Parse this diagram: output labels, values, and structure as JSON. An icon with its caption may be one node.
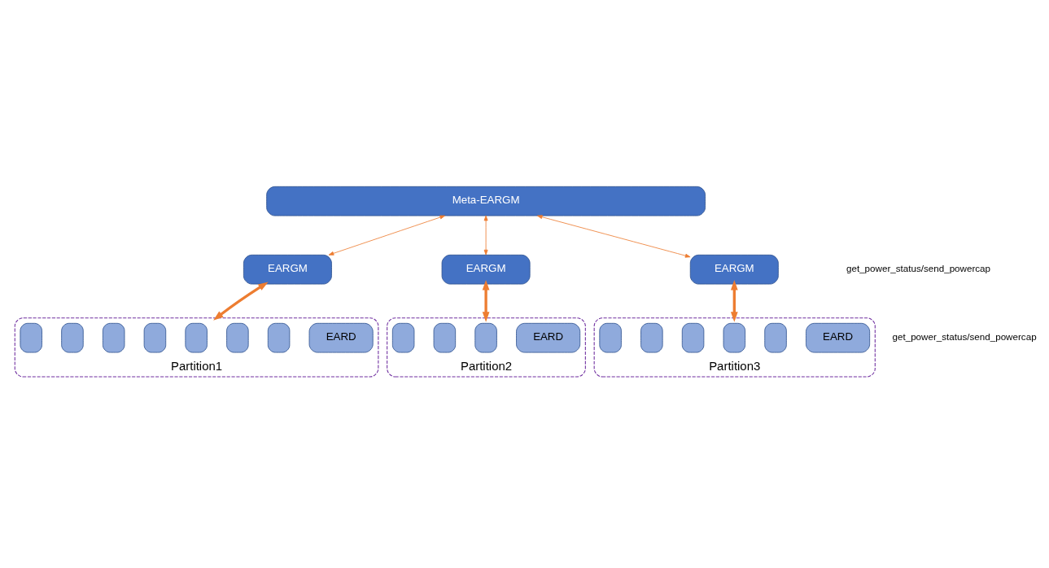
{
  "diagram": {
    "nodes": [
      {
        "text": [
          "Meta-EARGM"
        ]
      },
      {
        "text": [
          "EARGM"
        ]
      },
      {
        "text": [
          "EARGM"
        ]
      },
      {
        "text": [
          "EARGM"
        ]
      },
      {
        "text": [
          "Partition1"
        ]
      },
      {
        "text": [],
        "shape": "box",
        "in": 4
      },
      {
        "text": [],
        "shape": "box",
        "in": 4
      },
      {
        "text": [],
        "shape": "box",
        "in": 4
      },
      {
        "text": [],
        "shape": "box",
        "in": 4
      },
      {
        "text": [],
        "shape": "box",
        "in": 4
      },
      {
        "text": [],
        "shape": "box",
        "in": 4
      },
      {
        "text": [],
        "shape": "box",
        "in": 4
      },
      {
        "text": [
          "EARD"
        ],
        "in": 4
      },
      {
        "text": [
          "Partition2"
        ]
      },
      {
        "text": [],
        "shape": "box",
        "in": 13
      },
      {
        "text": [],
        "shape": "box",
        "in": 13
      },
      {
        "text": [],
        "shape": "box",
        "in": 13
      },
      {
        "text": [
          "EARD"
        ],
        "in": 13
      },
      {
        "text": [
          "Partition3"
        ]
      },
      {
        "text": [],
        "shape": "box",
        "in": 18
      },
      {
        "text": [],
        "shape": "box",
        "in": 18
      },
      {
        "text": [],
        "shape": "box",
        "in": 18
      },
      {
        "text": [],
        "shape": "box",
        "in": 18
      },
      {
        "text": [],
        "shape": "box",
        "in": 18
      },
      {
        "text": [
          "EARD"
        ],
        "in": 18
      }
    ],
    "edges": [
      {
        "from": 0,
        "to": 1,
        "arrow": "both"
      },
      {
        "from": 0,
        "to": 2,
        "arrow": "both"
      },
      {
        "from": 0,
        "to": 3,
        "arrow": "both"
      },
      {
        "from": 1,
        "to": 4,
        "arrow": "both",
        "style": "thick"
      },
      {
        "from": 2,
        "to": 13,
        "arrow": "both",
        "style": "thick"
      },
      {
        "from": 3,
        "to": 18,
        "arrow": "both",
        "style": "thick"
      }
    ],
    "labels": [
      "get_power_status/send_powercap",
      "get_power_status/send_powercap"
    ]
  }
}
